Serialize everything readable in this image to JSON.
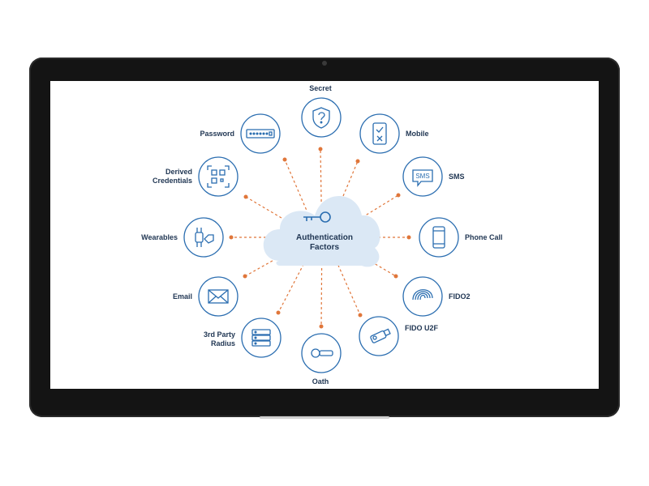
{
  "diagram": {
    "hub": {
      "title": "Authentication\nFactors"
    },
    "colors": {
      "icon_stroke": "#2a6db0",
      "circle_stroke": "#2a6db0",
      "cloud_fill": "#dbe8f5",
      "connector": "#e0763a",
      "label_text": "#1f3552"
    },
    "factors": [
      {
        "id": "secret",
        "label": "Secret",
        "icon": "shield-question-icon"
      },
      {
        "id": "mobile",
        "label": "Mobile",
        "icon": "mobile-icon"
      },
      {
        "id": "sms",
        "label": "SMS",
        "icon": "sms-bubble-icon"
      },
      {
        "id": "phone-call",
        "label": "Phone Call",
        "icon": "phone-icon"
      },
      {
        "id": "fido2",
        "label": "FIDO2",
        "icon": "fingerprint-icon"
      },
      {
        "id": "fido-u2f",
        "label": "FIDO U2F",
        "icon": "usb-key-icon"
      },
      {
        "id": "oath",
        "label": "Oath",
        "icon": "token-key-icon"
      },
      {
        "id": "third-party-radius",
        "label": "3rd Party\nRadius",
        "icon": "server-icon"
      },
      {
        "id": "email",
        "label": "Email",
        "icon": "envelope-icon"
      },
      {
        "id": "wearables",
        "label": "Wearables",
        "icon": "smartwatch-icon"
      },
      {
        "id": "derived-credentials",
        "label": "Derived\nCredentials",
        "icon": "qr-code-icon"
      },
      {
        "id": "password",
        "label": "Password",
        "icon": "password-field-icon"
      }
    ],
    "sms_icon_text": "SMS"
  }
}
